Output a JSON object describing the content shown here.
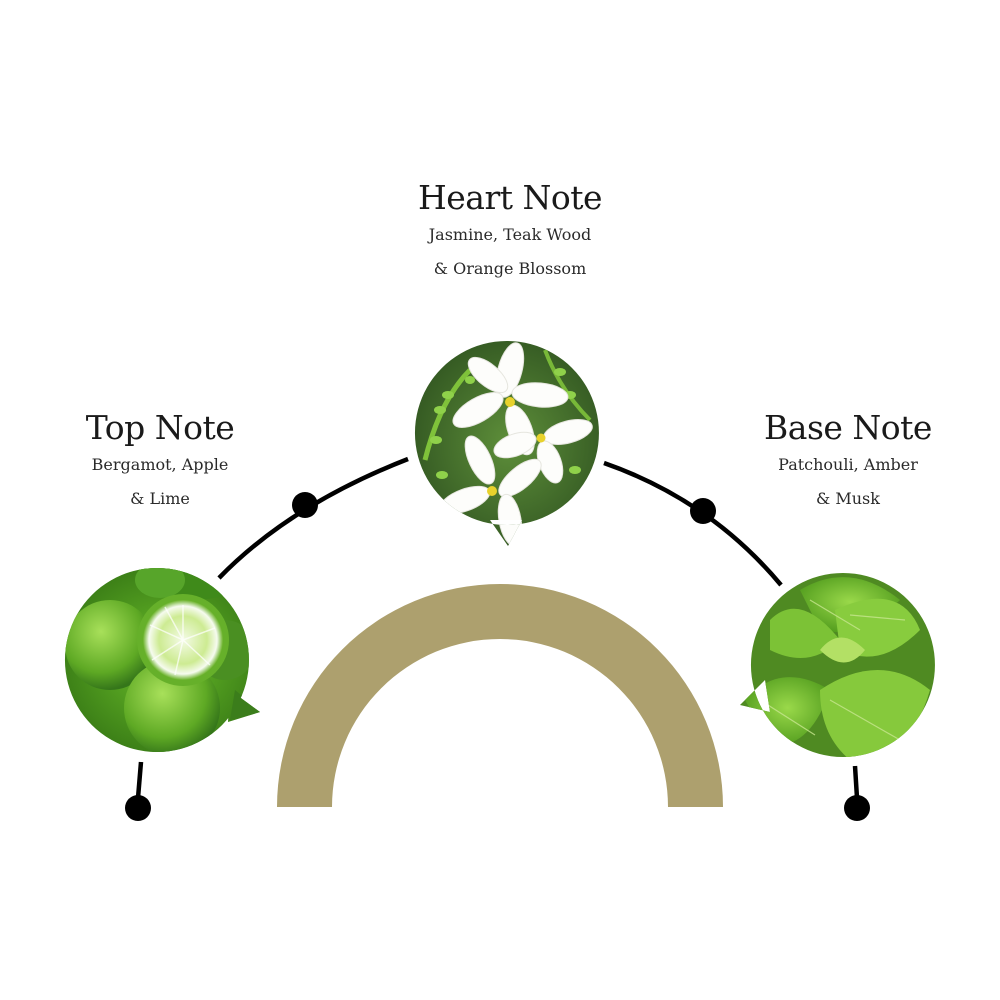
{
  "notes": {
    "heart": {
      "title": "Heart Note",
      "line1": "Jasmine, Teak Wood",
      "line2": "& Orange Blossom",
      "image": "jasmine-flowers-image"
    },
    "top": {
      "title": "Top Note",
      "line1": "Bergamot, Apple",
      "line2": "& Lime",
      "image": "bergamot-citrus-image"
    },
    "base": {
      "title": "Base Note",
      "line1": "Patchouli, Amber",
      "line2": "& Musk",
      "image": "patchouli-leaves-image"
    }
  },
  "colors": {
    "arch": "#ADA06E",
    "connector": "#000000",
    "background": "#FFFFFF"
  }
}
